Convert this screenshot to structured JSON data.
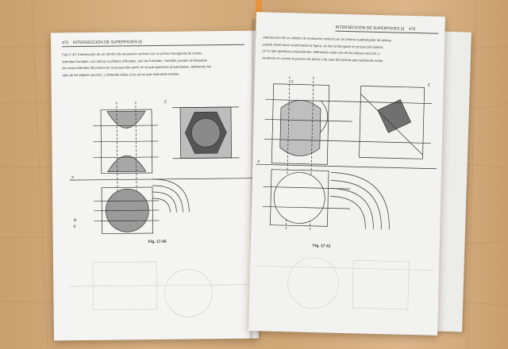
{
  "left_page": {
    "header_number": "472",
    "header_title": "INTERSECCIÓN DE SUPERFICIES (I)",
    "paragraph_lines": [
      "Fig.17.40: Intersección de un cilindro de revolución vertical con un prisma hexagonal de aristas",
      "laterales frontales. Los planos auxiliares utilizados, son los frontales. También pueden prolongarse",
      "las caras laterales del prisma en la proyección perfil, en lo que aparecen proyectantes, definiendo los",
      "ejes de las elipses sección, y limitando éstas a los arcos que realmente existen."
    ],
    "figure_label": "Fig. 17.40"
  },
  "right_page": {
    "header_title": "INTERSECCIÓN DE SUPERFICIES (I)",
    "header_number": "473",
    "paragraph_lines": [
      "...intersección de un cilindro de revolución vertical con un prisma cuadrangular de aristas",
      "...puede observarse examinando la figura, se han prolongado en proyección lateral,",
      "...en lo que aparecen proyectantes, definiendo cada una de las elipses sección, y",
      "...teniendo en cuenta la porción de plano o de cara del prisma que realmente existe."
    ],
    "figure_label": "Fig. 17.41"
  },
  "colors": {
    "wood": "#d2aa7b",
    "paper": "#f4f4f2",
    "bookmark": "#e8923c",
    "shading": "#9a9a9a"
  }
}
